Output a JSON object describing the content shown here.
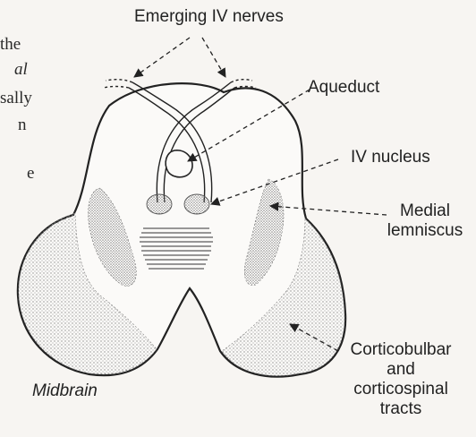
{
  "labels": {
    "emerging_nerves": "Emerging IV nerves",
    "aqueduct": "Aqueduct",
    "iv_nucleus": "IV nucleus",
    "medial_lemniscus": [
      "Medial",
      "lemniscus"
    ],
    "cortico_tracts": [
      "Corticobulbar",
      "and",
      "corticospinal",
      "tracts"
    ],
    "midbrain": "Midbrain"
  },
  "margin_text": {
    "line1": "the",
    "line2": "al",
    "line3": "sally",
    "line4": "n",
    "line5": "e"
  },
  "colors": {
    "ink": "#222222",
    "stipple": "#9a9a9a",
    "background": "#f7f5f2"
  }
}
